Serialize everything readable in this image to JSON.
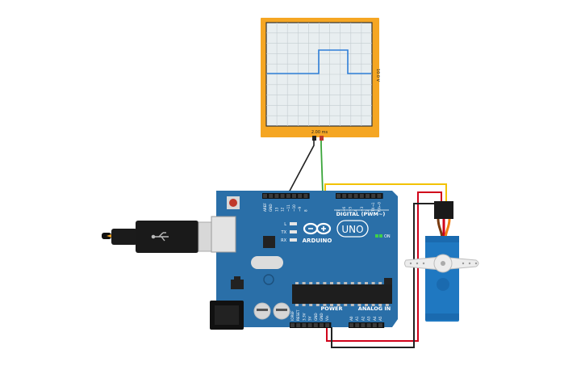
{
  "oscilloscope": {
    "time_label": "2.00 ms",
    "volt_label": "10.0 V",
    "trace_color": "#2f7fd8",
    "frame_color": "#f5a623"
  },
  "arduino": {
    "model": "UNO",
    "brand": "ARDUINO",
    "board_color": "#2a6fa8",
    "digital_header_label": "DIGITAL (PWM~)",
    "power_label": "POWER",
    "analog_label": "ANALOG IN",
    "on_label": "ON",
    "led_labels": [
      "L",
      "TX",
      "RX"
    ],
    "top_pins_left": [
      "AREF",
      "GND",
      "13",
      "12",
      "~11",
      "~10",
      "~9",
      "8"
    ],
    "top_pins_right": [
      "7",
      "~6",
      "~5",
      "4",
      "~3",
      "2",
      "TX→1",
      "RX←0"
    ],
    "power_pins": [
      "IOREF",
      "RESET",
      "3.3V",
      "5V",
      "GND",
      "GND",
      "Vin"
    ],
    "analog_pins": [
      "A0",
      "A1",
      "A2",
      "A3",
      "A4",
      "A5"
    ]
  },
  "wires": {
    "signal": "#f2c200",
    "power": "#d0021b",
    "ground": "#222222",
    "probe": "#3aa53a"
  },
  "servo": {
    "color": "#1f78c1"
  }
}
